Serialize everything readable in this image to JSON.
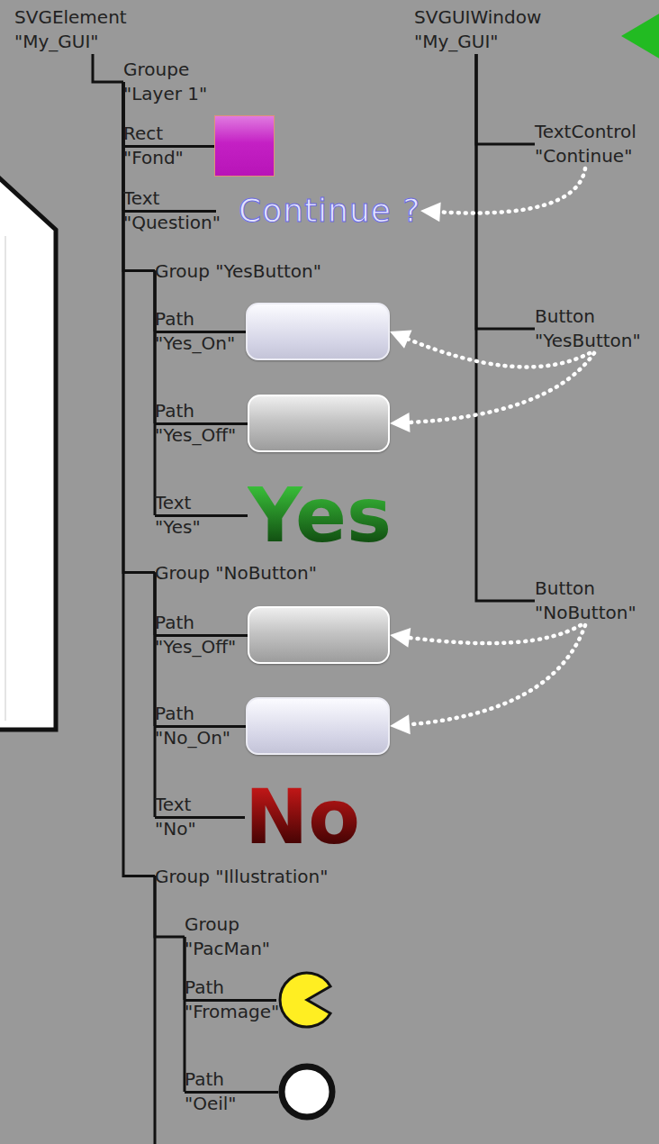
{
  "diagram": {
    "nodes": [
      {
        "text": [
          "SVGElement \"My_GUI\""
        ]
      },
      {
        "text": [
          "Groupe \"Layer 1\""
        ]
      },
      {
        "text": [
          "Rect \"Fond\""
        ]
      },
      {
        "text": [
          "Text \"Question\"",
          "Continue ?"
        ]
      },
      {
        "text": [
          "Group \"YesButton\""
        ]
      },
      {
        "text": [
          "Path \"Yes_On\""
        ]
      },
      {
        "text": [
          "Path \"Yes_Off\""
        ]
      },
      {
        "text": [
          "Text \"Yes\"",
          "Yes"
        ]
      },
      {
        "text": [
          "Group \"NoButton\""
        ]
      },
      {
        "text": [
          "Path \"Yes_Off\""
        ]
      },
      {
        "text": [
          "Path \"No_On\""
        ]
      },
      {
        "text": [
          "Text \"No\"",
          "No"
        ]
      },
      {
        "text": [
          "Group \"Illustration\""
        ]
      },
      {
        "text": [
          "Group \"PacMan\""
        ]
      },
      {
        "text": [
          "Path \"Fromage\""
        ]
      },
      {
        "text": [
          "Path \"Oeil\""
        ]
      },
      {
        "text": [
          "SVGUIWindow \"My_GUI\""
        ]
      },
      {
        "text": [
          "TextControl \"Continue\""
        ]
      },
      {
        "text": [
          "Button \"YesButton\""
        ]
      },
      {
        "text": [
          "Button \"NoButton\""
        ]
      }
    ],
    "edges": [
      {
        "from": 0,
        "to": 1,
        "arrow": "none"
      },
      {
        "from": 1,
        "to": 2,
        "arrow": "none"
      },
      {
        "from": 1,
        "to": 3,
        "arrow": "none"
      },
      {
        "from": 1,
        "to": 4,
        "arrow": "none"
      },
      {
        "from": 1,
        "to": 8,
        "arrow": "none"
      },
      {
        "from": 1,
        "to": 12,
        "arrow": "none"
      },
      {
        "from": 4,
        "to": 5,
        "arrow": "none"
      },
      {
        "from": 4,
        "to": 6,
        "arrow": "none"
      },
      {
        "from": 4,
        "to": 7,
        "arrow": "none"
      },
      {
        "from": 8,
        "to": 9,
        "arrow": "none"
      },
      {
        "from": 8,
        "to": 10,
        "arrow": "none"
      },
      {
        "from": 8,
        "to": 11,
        "arrow": "none"
      },
      {
        "from": 12,
        "to": 13,
        "arrow": "none"
      },
      {
        "from": 13,
        "to": 14,
        "arrow": "none"
      },
      {
        "from": 13,
        "to": 15,
        "arrow": "none"
      },
      {
        "from": 16,
        "to": 17,
        "arrow": "none"
      },
      {
        "from": 16,
        "to": 18,
        "arrow": "none"
      },
      {
        "from": 16,
        "to": 19,
        "arrow": "none"
      },
      {
        "from": 17,
        "to": 3,
        "arrow": "to"
      },
      {
        "from": 18,
        "to": 5,
        "arrow": "to"
      },
      {
        "from": 18,
        "to": 6,
        "arrow": "to"
      },
      {
        "from": 19,
        "to": 9,
        "arrow": "to"
      },
      {
        "from": 19,
        "to": 10,
        "arrow": "to"
      }
    ]
  }
}
